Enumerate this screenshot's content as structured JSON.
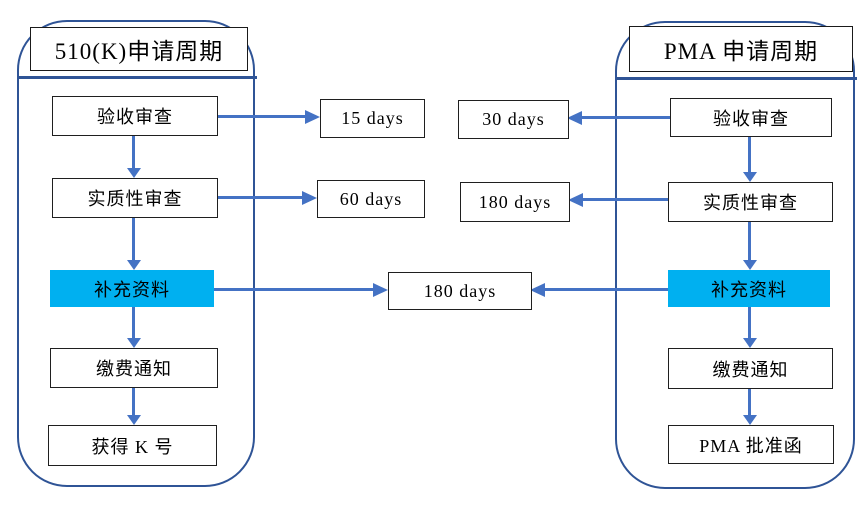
{
  "left_panel": {
    "title": "510(K)申请周期",
    "steps": [
      {
        "label": "验收审查"
      },
      {
        "label": "实质性审查"
      },
      {
        "label": "补充资料",
        "highlight": true
      },
      {
        "label": "缴费通知"
      },
      {
        "label": "获得 K 号"
      }
    ]
  },
  "right_panel": {
    "title": "PMA 申请周期",
    "steps": [
      {
        "label": "验收审查"
      },
      {
        "label": "实质性审查"
      },
      {
        "label": "补充资料",
        "highlight": true
      },
      {
        "label": "缴费通知"
      },
      {
        "label": "PMA 批准函"
      }
    ]
  },
  "durations": {
    "k_acceptance": "15 days",
    "k_substantive": "60 days",
    "pma_acceptance": "30 days",
    "pma_substantive": "180 days",
    "supplement_shared": "180 days"
  },
  "colors": {
    "highlight_fill": "#00B0F0",
    "arrow_blue": "#4472C4",
    "container_border_blue": "#2F5496",
    "box_border": "#1f1f1f"
  }
}
